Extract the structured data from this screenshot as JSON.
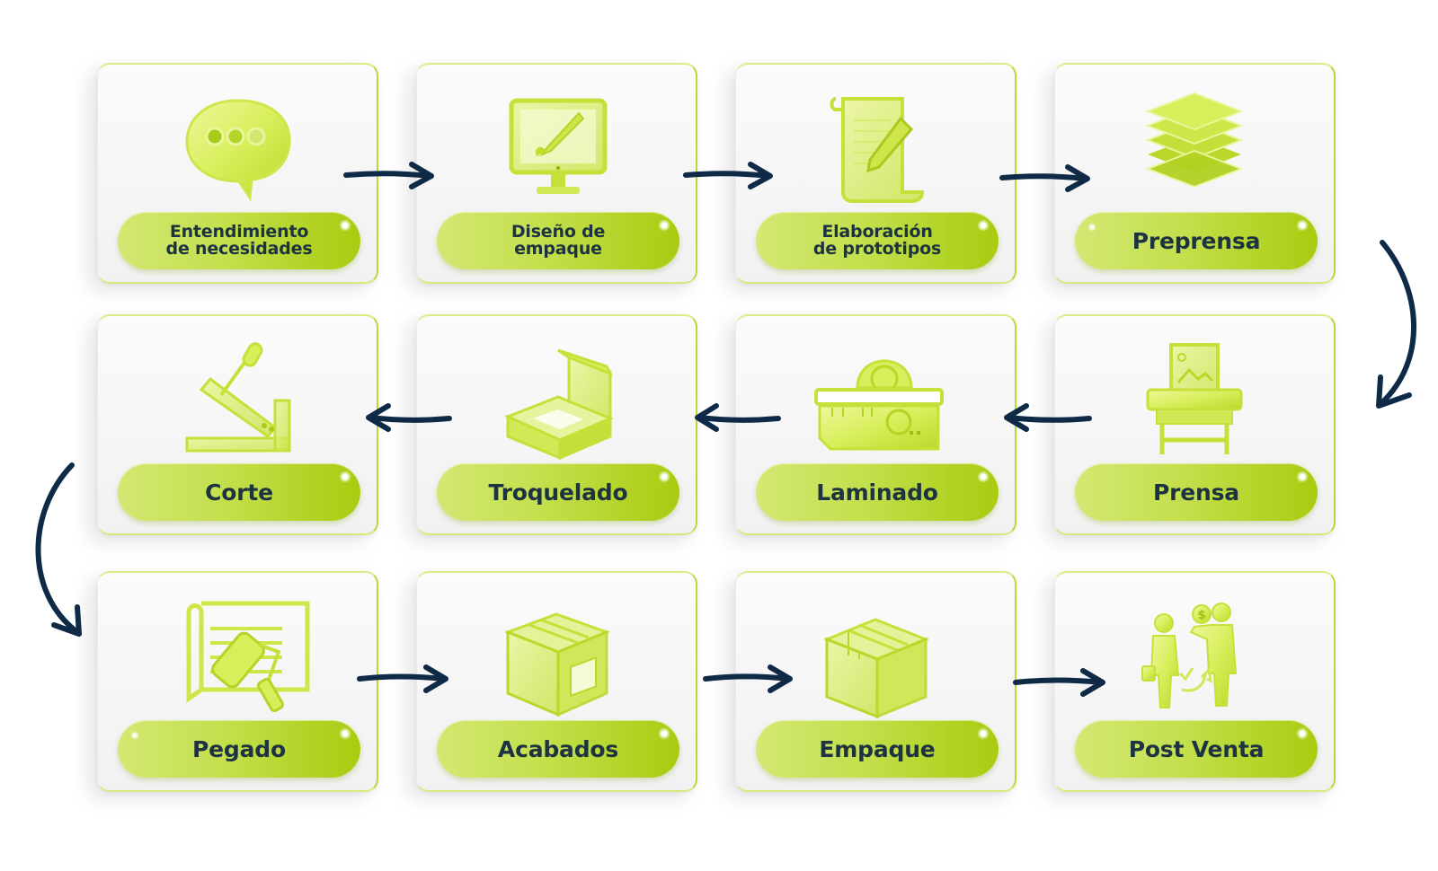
{
  "diagram": {
    "type": "process-flow",
    "layout": "serpentine-grid",
    "colors": {
      "pill_start": "#d3e873",
      "pill_end": "#a8cc10",
      "label_text": "#1d3341",
      "arrow": "#0e2a47",
      "icon_fill": "#d8ee5a",
      "card_border": "#b9d83a"
    },
    "steps": [
      {
        "order": 1,
        "label": "Entendimiento\nde necesidades",
        "icon": "chat-bubble-icon"
      },
      {
        "order": 2,
        "label": "Diseño de\nempaque",
        "icon": "design-monitor-icon"
      },
      {
        "order": 3,
        "label": "Elaboración\nde prototipos",
        "icon": "scroll-pencil-icon"
      },
      {
        "order": 4,
        "label": "Preprensa",
        "icon": "layers-icon"
      },
      {
        "order": 5,
        "label": "Prensa",
        "icon": "printing-press-icon"
      },
      {
        "order": 6,
        "label": "Laminado",
        "icon": "laminator-icon"
      },
      {
        "order": 7,
        "label": "Troquelado",
        "icon": "open-box-icon"
      },
      {
        "order": 8,
        "label": "Corte",
        "icon": "paper-cutter-icon"
      },
      {
        "order": 9,
        "label": "Pegado",
        "icon": "glue-roller-icon"
      },
      {
        "order": 10,
        "label": "Acabados",
        "icon": "finished-box-icon"
      },
      {
        "order": 11,
        "label": "Empaque",
        "icon": "sealed-box-icon"
      },
      {
        "order": 12,
        "label": "Post Venta",
        "icon": "customer-service-icon"
      }
    ],
    "connections": [
      {
        "from": 1,
        "to": 2,
        "direction": "right"
      },
      {
        "from": 2,
        "to": 3,
        "direction": "right"
      },
      {
        "from": 3,
        "to": 4,
        "direction": "right"
      },
      {
        "from": 4,
        "to": 5,
        "direction": "curve-down-right"
      },
      {
        "from": 5,
        "to": 6,
        "direction": "left"
      },
      {
        "from": 6,
        "to": 7,
        "direction": "left"
      },
      {
        "from": 7,
        "to": 8,
        "direction": "left"
      },
      {
        "from": 8,
        "to": 9,
        "direction": "curve-down-left"
      },
      {
        "from": 9,
        "to": 10,
        "direction": "right"
      },
      {
        "from": 10,
        "to": 11,
        "direction": "right"
      },
      {
        "from": 11,
        "to": 12,
        "direction": "right"
      }
    ]
  }
}
